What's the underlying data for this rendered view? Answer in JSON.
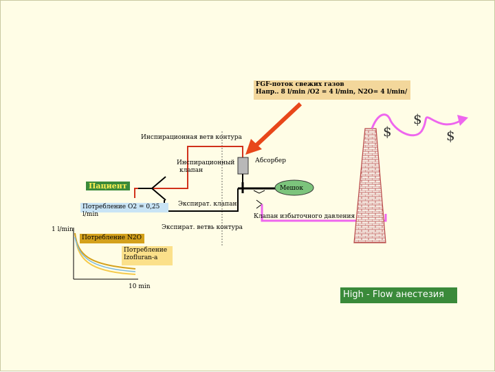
{
  "fgf": {
    "line1": "FGF-поток свежих газов",
    "line2": "Напр.. 8 l/min /O2 = 4 l/min, N2O= 4 l/min/"
  },
  "labels": {
    "insp_branch": "Инспирационная ветв контура",
    "insp_valve_line1": "Инспирационный",
    "insp_valve_line2": "клапан",
    "absorber": "Абсорбер",
    "patient": "Пациент",
    "bag": "Мешок",
    "exp_valve": "Экспират. клапан",
    "o2_consumption": "Потребление О2 = 0,25 l/min",
    "overpressure_valve": "Клапан избыточного давления",
    "exp_branch": "Экспират. ветвь контура",
    "y_axis": "1 l/min",
    "n2o_consumption": "Потребление N2O",
    "iso_line1": "Потребление",
    "iso_line2": "Izofluran-a",
    "x_axis": "10 min",
    "high_flow": "High - Flow анестезия"
  },
  "dollars": [
    "$",
    "$",
    "$"
  ],
  "colors": {
    "slide_bg": "#fffde6",
    "arrow": "#e8471a",
    "tube_red": "#d0301a",
    "waste_pink": "#ee66ee",
    "chimney_brick": "#c05050",
    "bag": "#7cc47c",
    "patient_bg": "#3a8a3a",
    "high_flow_bg": "#3a8a3a"
  }
}
